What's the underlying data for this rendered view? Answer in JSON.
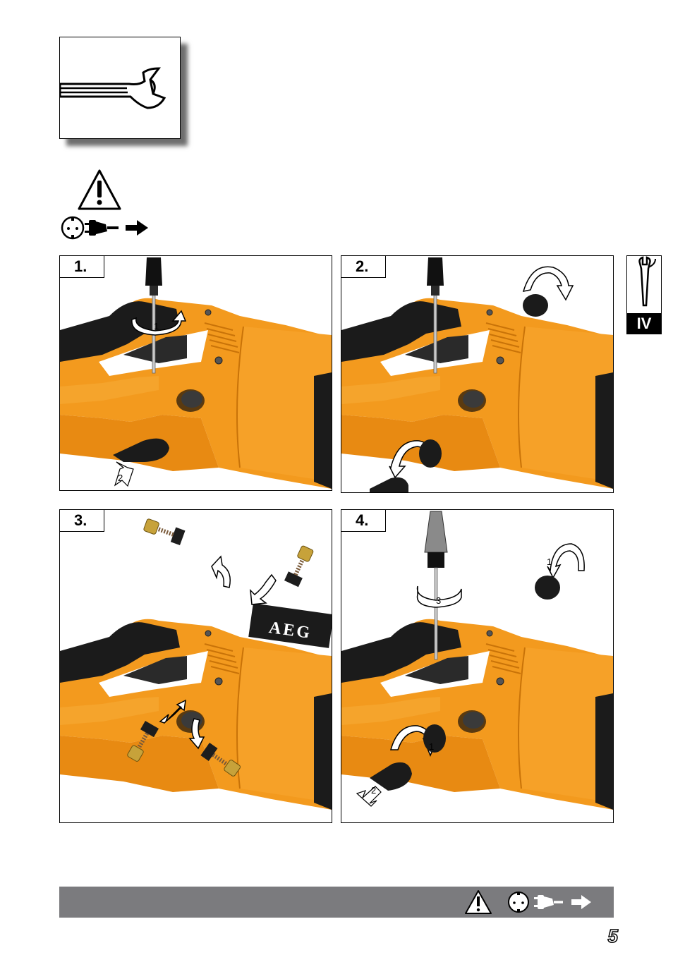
{
  "steps": [
    {
      "label": "1.",
      "callouts": [
        "1",
        "2"
      ]
    },
    {
      "label": "2.",
      "callouts": []
    },
    {
      "label": "3.",
      "callouts": []
    },
    {
      "label": "4.",
      "callouts": [
        "1",
        "3",
        "1",
        "2"
      ]
    }
  ],
  "side_tab": {
    "label": "IV"
  },
  "brand_logo": "AEG",
  "page_number": "5",
  "icons": [
    "wrench-icon",
    "warning-icon",
    "socket-icon",
    "plug-icon",
    "arrow-right-icon"
  ],
  "colors": {
    "tool_orange": "#f39a1e",
    "tool_black": "#1b1b1b",
    "footer_gray": "#7b7b7e"
  }
}
